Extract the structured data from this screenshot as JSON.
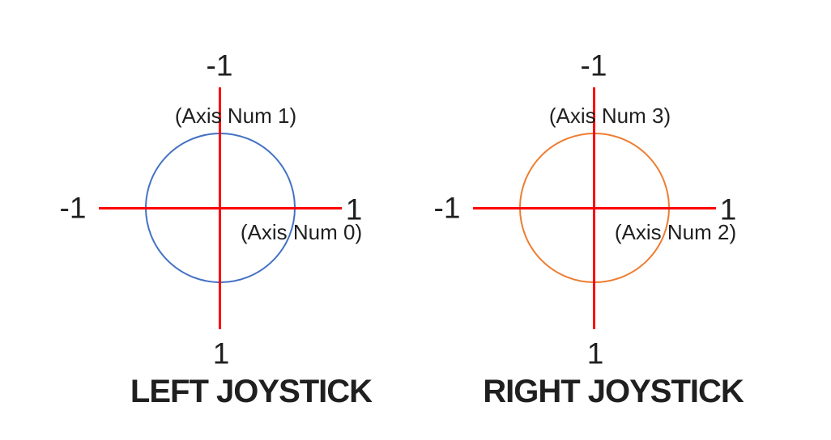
{
  "colors": {
    "background": "#ffffff",
    "axis_red": "#ff0000",
    "left_circle": "#4472c4",
    "right_circle": "#ed7d31",
    "text": "#1f1f1f"
  },
  "left_joystick": {
    "title": "LEFT JOYSTICK",
    "top_value": "-1",
    "bottom_value": "1",
    "left_value": "-1",
    "right_value": "1",
    "vertical_axis_label": "(Axis Num 1)",
    "horizontal_axis_label": "(Axis Num 0)"
  },
  "right_joystick": {
    "title": "RIGHT JOYSTICK",
    "top_value": "-1",
    "bottom_value": "1",
    "left_value": "-1",
    "right_value": "1",
    "vertical_axis_label": "(Axis Num 3)",
    "horizontal_axis_label": "(Axis Num 2)"
  }
}
